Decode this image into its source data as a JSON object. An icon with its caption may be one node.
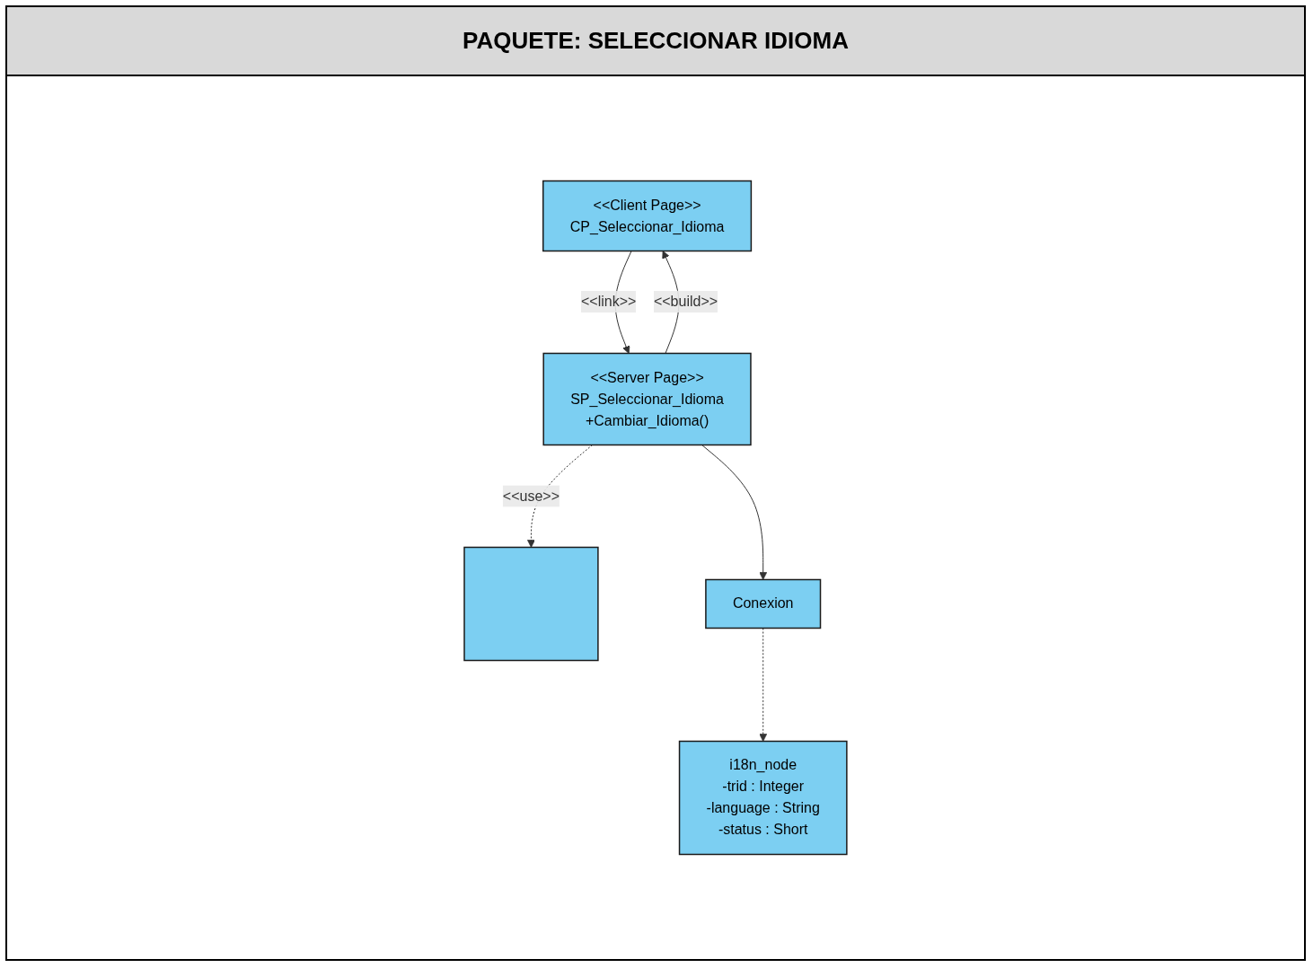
{
  "diagram": {
    "title": "PAQUETE: SELECCIONAR IDIOMA",
    "nodes": [
      {
        "text": [
          "<<Client Page>>",
          "CP_Seleccionar_Idioma"
        ]
      },
      {
        "text": [
          "<<Server Page>>",
          "SP_Seleccionar_Idioma",
          "+Cambiar_Idioma()"
        ]
      },
      {
        "text": [],
        "shape": "box"
      },
      {
        "text": [
          "i18n_node",
          "-trid : Integer",
          "-language : String",
          "-status : Short"
        ]
      },
      {
        "text": [
          "Conexion"
        ]
      }
    ],
    "edges": [
      {
        "from": 1,
        "to": 0,
        "arrow": "to",
        "label": "<<build>>"
      },
      {
        "from": 0,
        "to": 1,
        "arrow": "to",
        "label": "<<link>>"
      },
      {
        "from": 1,
        "to": 2,
        "arrow": "to",
        "label": "<<use>>",
        "style": "dashed"
      },
      {
        "from": 1,
        "to": 4,
        "arrow": "to"
      },
      {
        "from": 4,
        "to": 3,
        "arrow": "to",
        "style": "dashed"
      }
    ]
  }
}
